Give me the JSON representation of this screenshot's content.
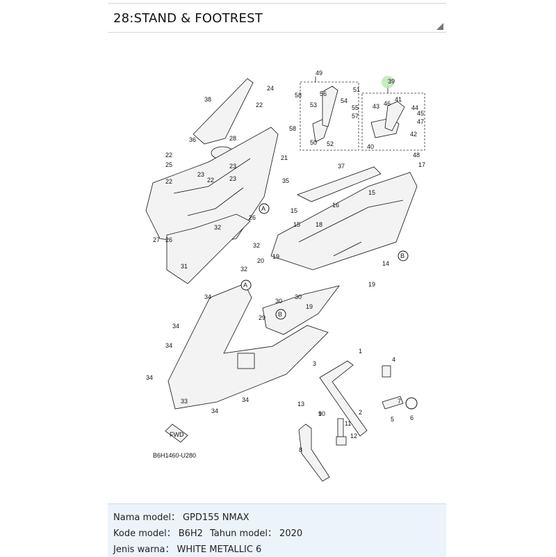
{
  "header": {
    "title": "28:STAND & FOOTREST"
  },
  "diagram": {
    "code": "B6H1460-U280",
    "fwd": "FWD",
    "section_markers": [
      "A",
      "A",
      "B",
      "B"
    ],
    "labels": [
      "49",
      "39",
      "51",
      "56",
      "24",
      "58",
      "53",
      "54",
      "55",
      "57",
      "41",
      "46",
      "44",
      "43",
      "45",
      "47",
      "38",
      "22",
      "58",
      "42",
      "50",
      "52",
      "40",
      "48",
      "28",
      "36",
      "21",
      "22",
      "17",
      "37",
      "25",
      "23",
      "22",
      "23",
      "15",
      "35",
      "16",
      "15",
      "18",
      "15",
      "26",
      "32",
      "27",
      "26",
      "32",
      "31",
      "32",
      "20",
      "19",
      "14",
      "19",
      "34",
      "30",
      "30",
      "19",
      "34",
      "29",
      "34",
      "1",
      "4",
      "3",
      "34",
      "33",
      "34",
      "13",
      "10",
      "2",
      "7",
      "5",
      "6",
      "34",
      "9",
      "11",
      "12",
      "8",
      "22",
      "23"
    ]
  },
  "info": {
    "model_name_label": "Nama model：",
    "model_name": "GPD155 NMAX",
    "model_code_label": "Kode model：",
    "model_code": "B6H2",
    "year_label": "Tahun model：",
    "year": "2020",
    "color_label": "Jenis warna：",
    "color": "WHITE METALLIC 6"
  },
  "colors": {
    "highlight": "#5cc05c",
    "info_bg": "#edf3fa"
  }
}
